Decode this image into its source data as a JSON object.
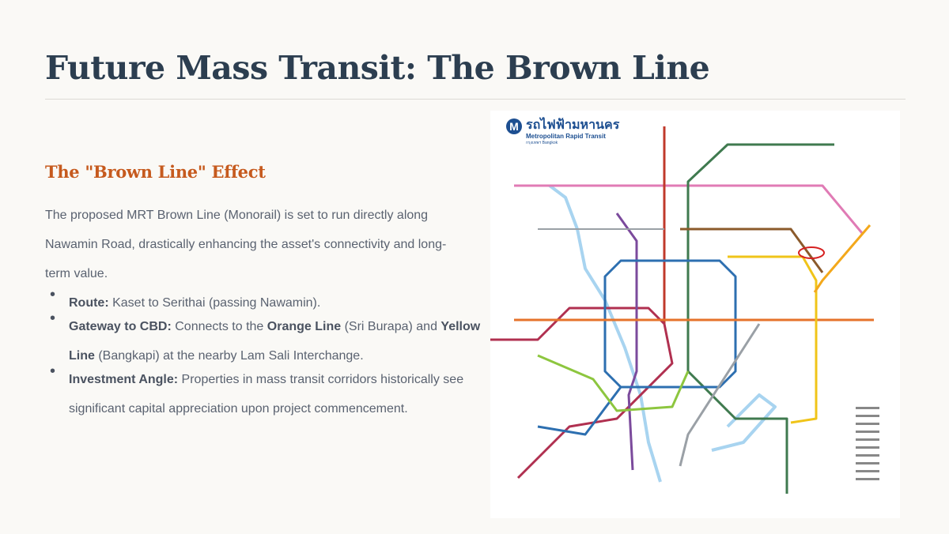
{
  "slide": {
    "title": "Future Mass Transit: The Brown Line",
    "subtitle": "The \"Brown Line\" Effect",
    "intro": "The proposed MRT Brown Line (Monorail) is set to run directly along Nawamin Road, drastically enhancing the asset's connectivity and long-term value.",
    "bullets": [
      {
        "label": "Route:",
        "text": " Kaset to Serithai (passing Nawamin)."
      },
      {
        "label": "Gateway to CBD:",
        "text_a": " Connects to the ",
        "bold_a": "Orange Line",
        "text_b": " (Sri Burapa) and ",
        "bold_b": "Yellow Line",
        "text_c": " (Bangkapi) at the nearby Lam Sali Interchange."
      },
      {
        "label": "Investment Angle:",
        "text": " Properties in mass transit corridors historically see significant capital appreciation upon project commencement."
      }
    ]
  },
  "map": {
    "logo_letter": "M",
    "logo_thai": "รถไฟฟ้ามหานคร",
    "logo_english": "Metropolitan Rapid Transit",
    "logo_city": "กรุงเทพฯ Bangkok",
    "highlight_color": "#d62020",
    "line_colors": {
      "pink": "#e07bb5",
      "green": "#3f7a4f",
      "red": "#c0392b",
      "purple": "#7b4a9c",
      "blue": "#2d6fb0",
      "orange": "#e5732b",
      "yellow": "#f0c419",
      "brown": "#8b5a2b",
      "gold": "#f3a81b",
      "light_green": "#8dc63f",
      "light_blue": "#a8d4f0",
      "grey": "#9aa0a6",
      "dark_red": "#b03050"
    }
  }
}
